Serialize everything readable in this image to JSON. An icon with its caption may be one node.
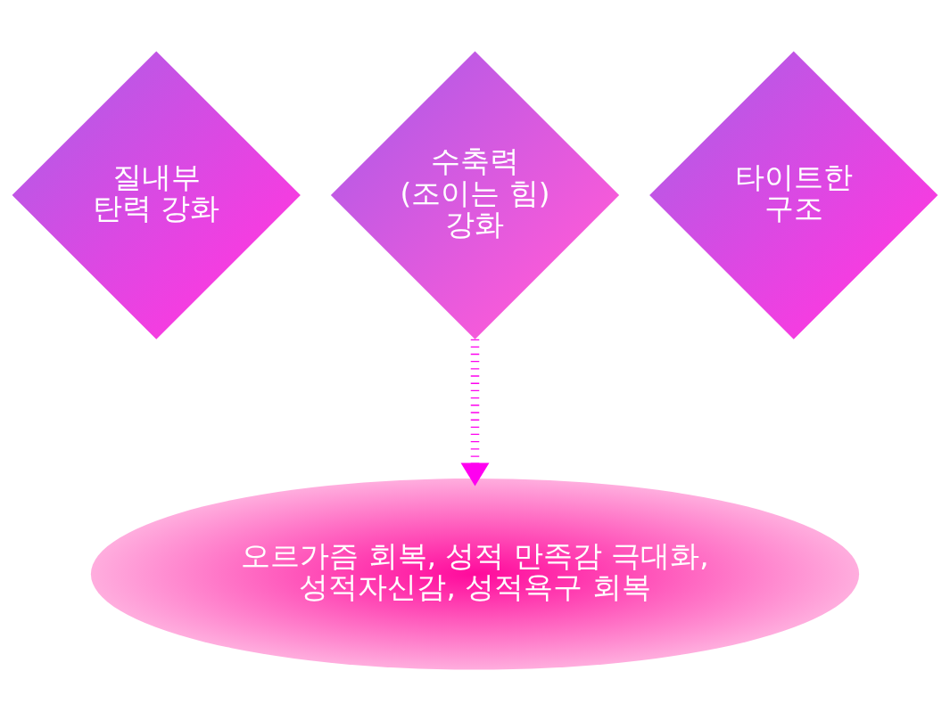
{
  "diagram": {
    "nodes": [
      {
        "text": [
          "질내부 탄력 강화"
        ]
      },
      {
        "text": [
          "수축력 (조이는 힘) 강화"
        ]
      },
      {
        "text": [
          "타이트한 구조"
        ]
      },
      {
        "text": [
          "오르가즘 회복, 성적 만족감 극대화, 성적자신감, 성적욕구 회복"
        ]
      }
    ],
    "edges": [
      {
        "from": 1,
        "to": 3,
        "arrow": "to",
        "style": "dashed"
      }
    ]
  }
}
